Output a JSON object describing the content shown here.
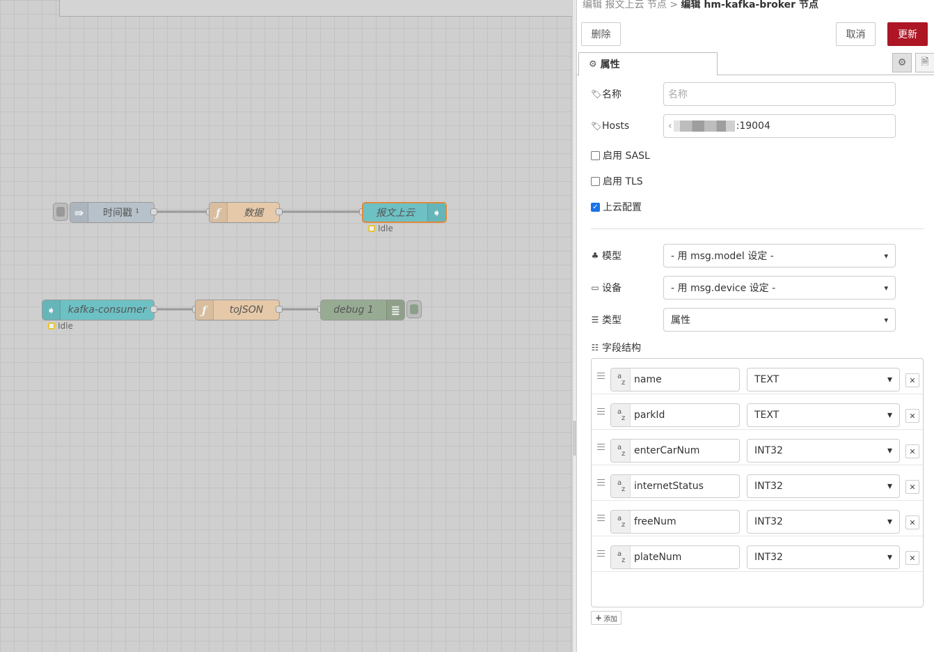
{
  "flows": {
    "nodes": [
      {
        "label": "时间戳 ¹",
        "status": ""
      },
      {
        "label": "数据",
        "status": ""
      },
      {
        "label": "报文上云",
        "status": "Idle"
      },
      {
        "label": "kafka-consumer",
        "status": "Idle"
      },
      {
        "label": "toJSON",
        "status": ""
      },
      {
        "label": "debug 1",
        "status": ""
      }
    ]
  },
  "editor": {
    "breadcrumb_parent": "编辑 报文上云 节点",
    "breadcrumb_sep": ">",
    "breadcrumb_current": "编辑 hm-kafka-broker 节点",
    "delete_label": "删除",
    "cancel_label": "取消",
    "update_label": "更新",
    "tab_properties": "属性",
    "name_label": "名称",
    "name_placeholder": "名称",
    "hosts_label": "Hosts",
    "hosts_prefix": "‹",
    "hosts_suffix": ":19004",
    "sasl_label": "启用 SASL",
    "sasl_checked": false,
    "tls_label": "启用 TLS",
    "tls_checked": false,
    "cloud_label": "上云配置",
    "cloud_checked": true,
    "model_label": "模型",
    "model_value": "- 用 msg.model 设定 -",
    "device_label": "设备",
    "device_value": "- 用 msg.device 设定 -",
    "type_label": "类型",
    "type_value": "属性",
    "fields_label": "字段结构",
    "fields": [
      {
        "name": "name",
        "type": "TEXT"
      },
      {
        "name": "parkId",
        "type": "TEXT"
      },
      {
        "name": "enterCarNum",
        "type": "INT32"
      },
      {
        "name": "internetStatus",
        "type": "INT32"
      },
      {
        "name": "freeNum",
        "type": "INT32"
      },
      {
        "name": "plateNum",
        "type": "INT32"
      }
    ],
    "add_label": "添加"
  },
  "colors": {
    "primary_button": "#AD1625",
    "inject_node": "#a6bbcf",
    "function_node": "#fdd0a2",
    "kafka_node": "#5cc7cc",
    "debug_node": "#87a980"
  }
}
